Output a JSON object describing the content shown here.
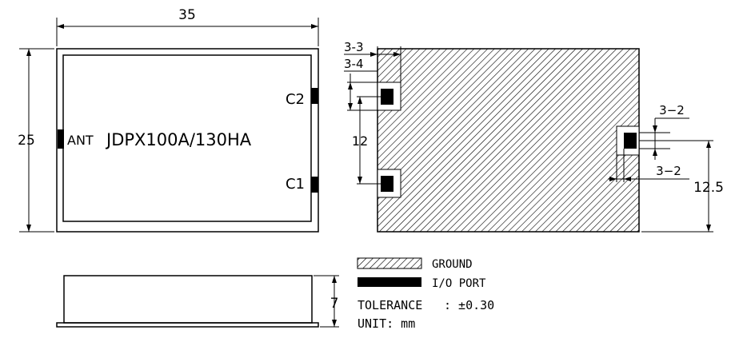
{
  "top_view": {
    "dim_width": "35",
    "dim_height": "25",
    "model": "JDPX100A/130HA",
    "port_ant": "ANT",
    "port_c1": "C1",
    "port_c2": "C2"
  },
  "bottom_view": {
    "dim_3_3": "3-3",
    "dim_3_4": "3-4",
    "dim_12": "12",
    "dim_3_2_top": "3−2",
    "dim_3_2_bottom": "3−2",
    "dim_12_5": "12.5"
  },
  "side_view": {
    "dim_height": "7"
  },
  "legend": {
    "ground": "GROUND",
    "io_port": "I/O PORT",
    "tolerance_label": "TOLERANCE",
    "tolerance_value": ":  ±0.30",
    "unit": "UNIT: mm"
  },
  "colors": {
    "line": "#000000",
    "background": "#ffffff"
  }
}
